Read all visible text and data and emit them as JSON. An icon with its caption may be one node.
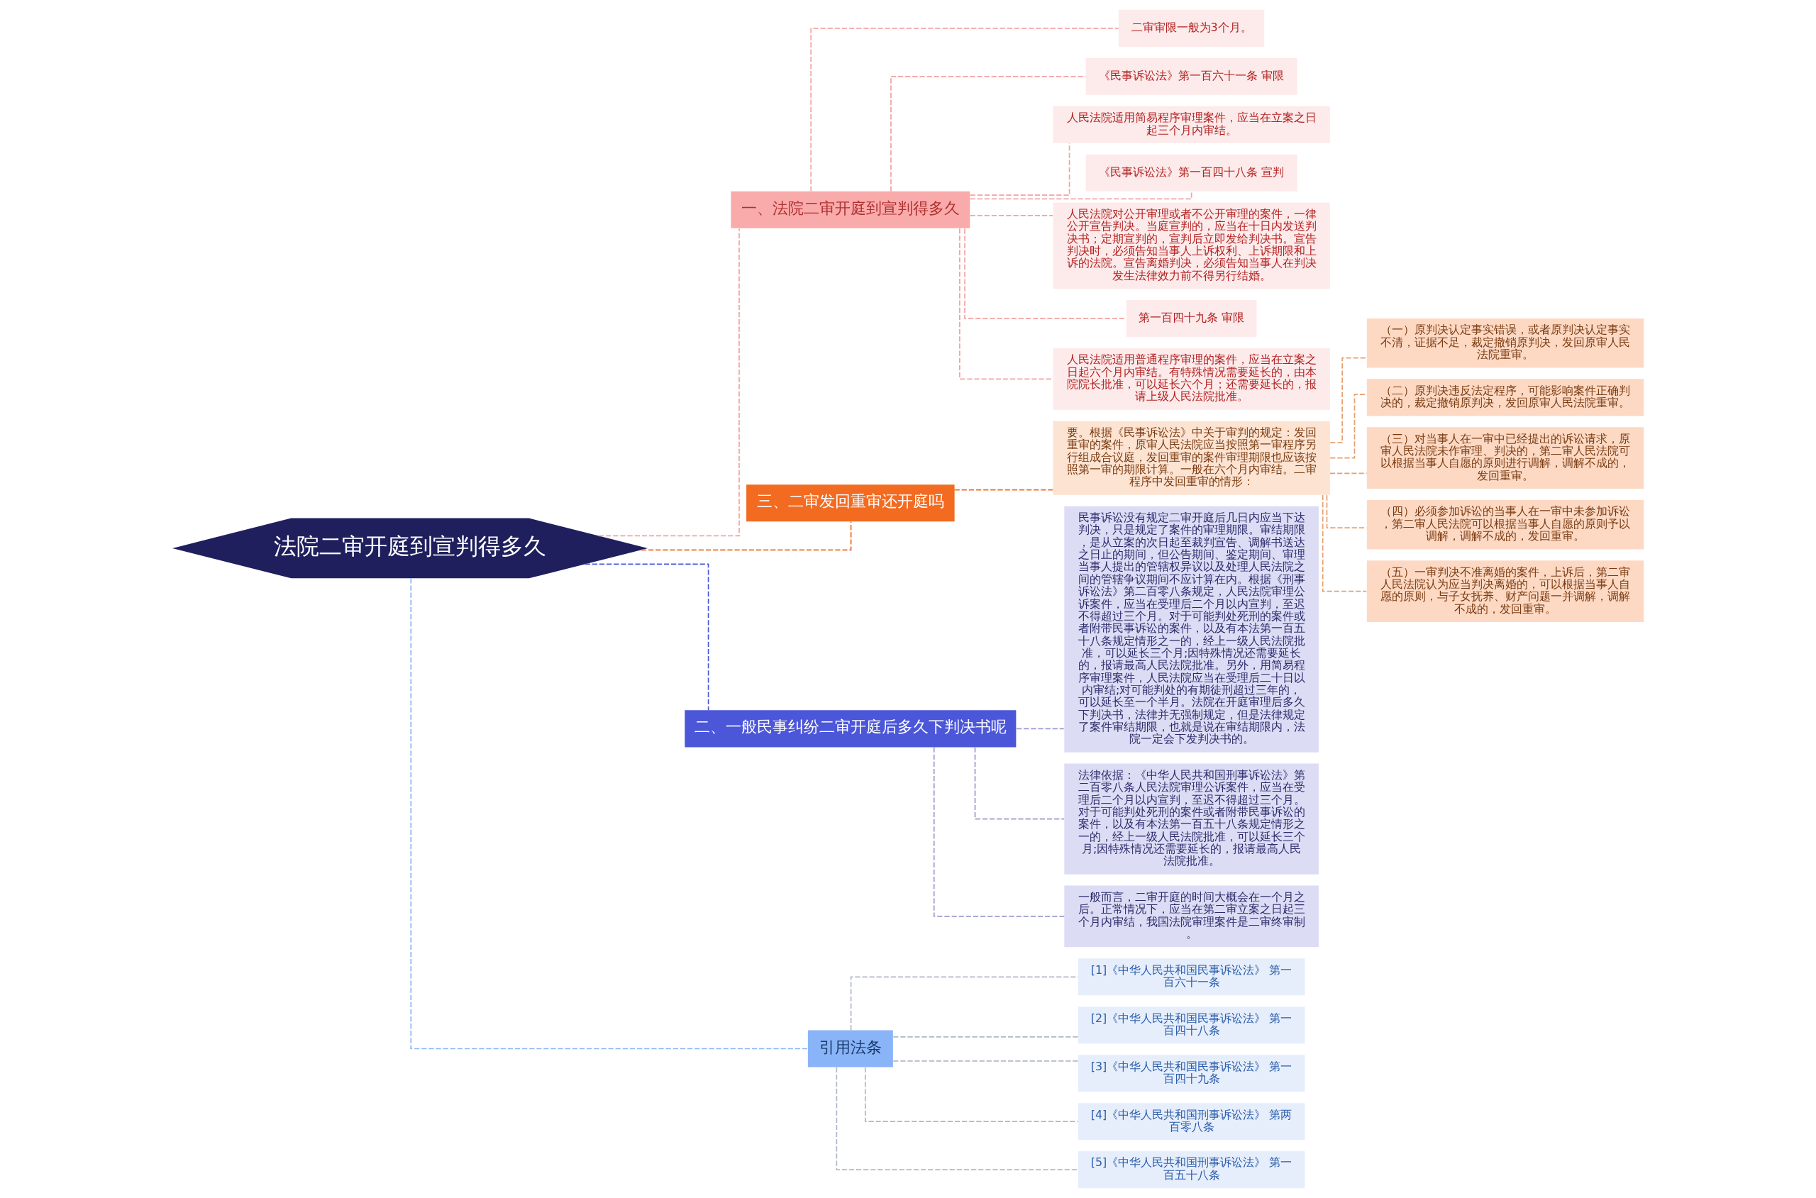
{
  "diagram": {
    "nodes": [
      {
        "text": [
          "法院二审开庭到宣判得多久"
        ]
      },
      {
        "text": [
          "一、法院二审开庭到宣判得多久"
        ]
      },
      {
        "text": [
          "二审审限一般为3个月。"
        ]
      },
      {
        "text": [
          "《民事诉讼法》第一百六十一条 审限"
        ]
      },
      {
        "text": [
          "人民法院适用简易程序审理案件，应当在立案之日起三个月内审结。"
        ]
      },
      {
        "text": [
          "《民事诉讼法》第一百四十八条 宣判"
        ]
      },
      {
        "text": [
          "人民法院对公开审理或者不公开审理的案件，一律公开宣告判决。当庭宣判的，应当在十日内发送判决书；定期宣判的，宣判后立即发给判决书。宣告判决时，必须告知当事人上诉权利、上诉期限和上诉的法院。宣告离婚判决，必须告知当事人在判决发生法律效力前不得另行结婚。"
        ]
      },
      {
        "text": [
          "第一百四十九条 审限"
        ]
      },
      {
        "text": [
          "人民法院适用普通程序审理的案件，应当在立案之日起六个月内审结。有特殊情况需要延长的，由本院院长批准，可以延长六个月；还需要延长的，报请上级人民法院批准。"
        ]
      },
      {
        "text": [
          "三、二审发回重审还开庭吗"
        ]
      },
      {
        "text": [
          "要。根据《民事诉讼法》中关于审判的规定：发回重审的案件，原审人民法院应当按照第一审程序另行组成合议庭，发回重审的案件审理期限也应该按照第一审的期限计算。一般在六个月内审结。二审程序中发回重审的情形："
        ]
      },
      {
        "text": [
          "（一）原判决认定事实错误，或者原判决认定事实不清，证据不足，裁定撤销原判决，发回原审人民法院重审。"
        ]
      },
      {
        "text": [
          "（二）原判决违反法定程序，可能影响案件正确判决的，裁定撤销原判决，发回原审人民法院重审。"
        ]
      },
      {
        "text": [
          "（三）对当事人在一审中已经提出的诉讼请求，原审人民法院未作审理、判决的，第二审人民法院可以根据当事人自愿的原则进行调解，调解不成的，发回重审。"
        ]
      },
      {
        "text": [
          "（四）必须参加诉讼的当事人在一审中未参加诉讼，第二审人民法院可以根据当事人自愿的原则予以调解，调解不成的，发回重审。"
        ]
      },
      {
        "text": [
          "（五）一审判决不准离婚的案件，上诉后，第二审人民法院认为应当判决离婚的，可以根据当事人自愿的原则，与子女抚养、财产问题一并调解，调解不成的，发回重审。"
        ]
      },
      {
        "text": [
          "二、一般民事纠纷二审开庭后多久下判决书呢"
        ]
      },
      {
        "text": [
          "民事诉讼没有规定二审开庭后几日内应当下达判决，只是规定了案件的审理期限。审结期限，是从立案的次日起至裁判宣告、调解书送达之日止的期间，但公告期间、鉴定期间、审理当事人提出的管辖权异议以及处理人民法院之间的管辖争议期间不应计算在内。根据《刑事诉讼法》第二百零八条规定，人民法院审理公诉案件，应当在受理后二个月以内宣判，至迟不得超过三个月。对于可能判处死刑的案件或者附带民事诉讼的案件，以及有本法第一百五十八条规定情形之一的，经上一级人民法院批准，可以延长三个月;因特殊情况还需要延长的，报请最高人民法院批准。另外，用简易程序审理案件，人民法院应当在受理后二十日以内审结;对可能判处的有期徒刑超过三年的，可以延长至一个半月。法院在开庭审理后多久下判决书，法律并无强制规定，但是法律规定了案件审结期限，也就是说在审结期限内，法院一定会下发判决书的。"
        ]
      },
      {
        "text": [
          "法律依据：《中华人民共和国刑事诉讼法》第二百零八条人民法院审理公诉案件，应当在受理后二个月以内宣判，至迟不得超过三个月。对于可能判处死刑的案件或者附带民事诉讼的案件，以及有本法第一百五十八条规定情形之一的，经上一级人民法院批准，可以延长三个月;因特殊情况还需要延长的，报请最高人民法院批准。"
        ]
      },
      {
        "text": [
          "一般而言，二审开庭的时间大概会在一个月之后。正常情况下，应当在第二审立案之日起三个月内审结，我国法院审理案件是二审终审制。"
        ]
      },
      {
        "text": [
          "引用法条"
        ]
      },
      {
        "text": [
          "[1]《中华人民共和国民事诉讼法》 第一百六十一条"
        ]
      },
      {
        "text": [
          "[2]《中华人民共和国民事诉讼法》 第一百四十八条"
        ]
      },
      {
        "text": [
          "[3]《中华人民共和国民事诉讼法》 第一百四十九条"
        ]
      },
      {
        "text": [
          "[4]《中华人民共和国刑事诉讼法》 第两百零八条"
        ]
      },
      {
        "text": [
          "[5]《中华人民共和国刑事诉讼法》 第一百五十八条"
        ]
      }
    ],
    "edges": [
      {
        "from": 0,
        "to": 1,
        "arrow": "none",
        "style": "dashed",
        "color": "#f4a3a3"
      },
      {
        "from": 1,
        "to": 2,
        "arrow": "none",
        "style": "dashed",
        "color": "#f4a3a3"
      },
      {
        "from": 1,
        "to": 3,
        "arrow": "none",
        "style": "dashed",
        "color": "#f4a3a3"
      },
      {
        "from": 1,
        "to": 4,
        "arrow": "none",
        "style": "dashed",
        "color": "#f4a3a3"
      },
      {
        "from": 1,
        "to": 5,
        "arrow": "none",
        "style": "dashed",
        "color": "#f4a3a3"
      },
      {
        "from": 1,
        "to": 6,
        "arrow": "none",
        "style": "dashed",
        "color": "#f4a3a3"
      },
      {
        "from": 1,
        "to": 7,
        "arrow": "none",
        "style": "dashed",
        "color": "#f4a3a3"
      },
      {
        "from": 1,
        "to": 8,
        "arrow": "none",
        "style": "dashed",
        "color": "#f4a3a3"
      },
      {
        "from": 0,
        "to": 9,
        "arrow": "none",
        "style": "dashed",
        "color": "#f26b21"
      },
      {
        "from": 9,
        "to": 10,
        "arrow": "none",
        "style": "dashed",
        "color": "#f26b21"
      },
      {
        "from": 10,
        "to": 11,
        "arrow": "none",
        "style": "dashed",
        "color": "#e8a070"
      },
      {
        "from": 10,
        "to": 12,
        "arrow": "none",
        "style": "dashed",
        "color": "#e8a070"
      },
      {
        "from": 10,
        "to": 13,
        "arrow": "none",
        "style": "dashed",
        "color": "#e8a070"
      },
      {
        "from": 10,
        "to": 14,
        "arrow": "none",
        "style": "dashed",
        "color": "#e8a070"
      },
      {
        "from": 10,
        "to": 15,
        "arrow": "none",
        "style": "dashed",
        "color": "#e8a070"
      },
      {
        "from": 0,
        "to": 16,
        "arrow": "none",
        "style": "dashed",
        "color": "#4b56d9"
      },
      {
        "from": 16,
        "to": 17,
        "arrow": "none",
        "style": "dashed",
        "color": "#9a9ad0"
      },
      {
        "from": 16,
        "to": 18,
        "arrow": "none",
        "style": "dashed",
        "color": "#9a9ad0"
      },
      {
        "from": 16,
        "to": 19,
        "arrow": "none",
        "style": "dashed",
        "color": "#9a9ad0"
      },
      {
        "from": 0,
        "to": 20,
        "arrow": "none",
        "style": "dashed",
        "color": "#8ab4f8"
      },
      {
        "from": 20,
        "to": 21,
        "arrow": "none",
        "style": "dashed",
        "color": "#b0b8c8"
      },
      {
        "from": 20,
        "to": 22,
        "arrow": "none",
        "style": "dashed",
        "color": "#b0b8c8"
      },
      {
        "from": 20,
        "to": 23,
        "arrow": "none",
        "style": "dashed",
        "color": "#b0b8c8"
      },
      {
        "from": 20,
        "to": 24,
        "arrow": "none",
        "style": "dashed",
        "color": "#b0b8c8"
      },
      {
        "from": 20,
        "to": 25,
        "arrow": "none",
        "style": "dashed",
        "color": "#b0b8c8"
      }
    ]
  }
}
